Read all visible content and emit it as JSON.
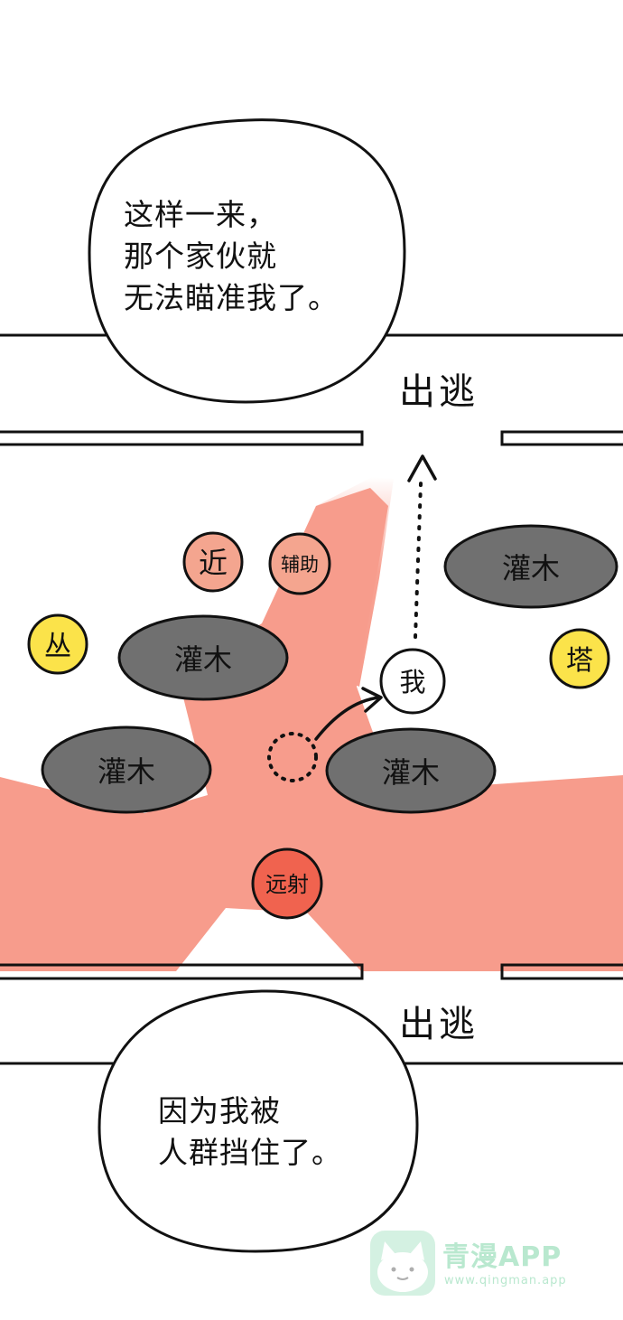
{
  "bubble_top": {
    "lines": [
      "这样一来，",
      "那个家伙就",
      "无法瞄准我了。"
    ]
  },
  "bubble_bottom": {
    "lines": [
      "因为我被",
      "人群挡住了。"
    ]
  },
  "map": {
    "exit_top": "出逃",
    "exit_bottom": "出逃",
    "bushes": [
      "灌木",
      "灌木",
      "灌木",
      "灌木"
    ],
    "characters": {
      "melee": "近",
      "support": "辅助",
      "tank": "丛",
      "tower": "塔",
      "me": "我",
      "ranged": "远射"
    },
    "colors": {
      "danger_zone": "#f79c8c",
      "bush": "#707070",
      "yellow_token": "#fbe34a",
      "melee_token": "#f4a58f",
      "ranged_token": "#f0634f"
    }
  },
  "watermark": {
    "title": "青漫APP",
    "url": "www.qingman.app"
  }
}
